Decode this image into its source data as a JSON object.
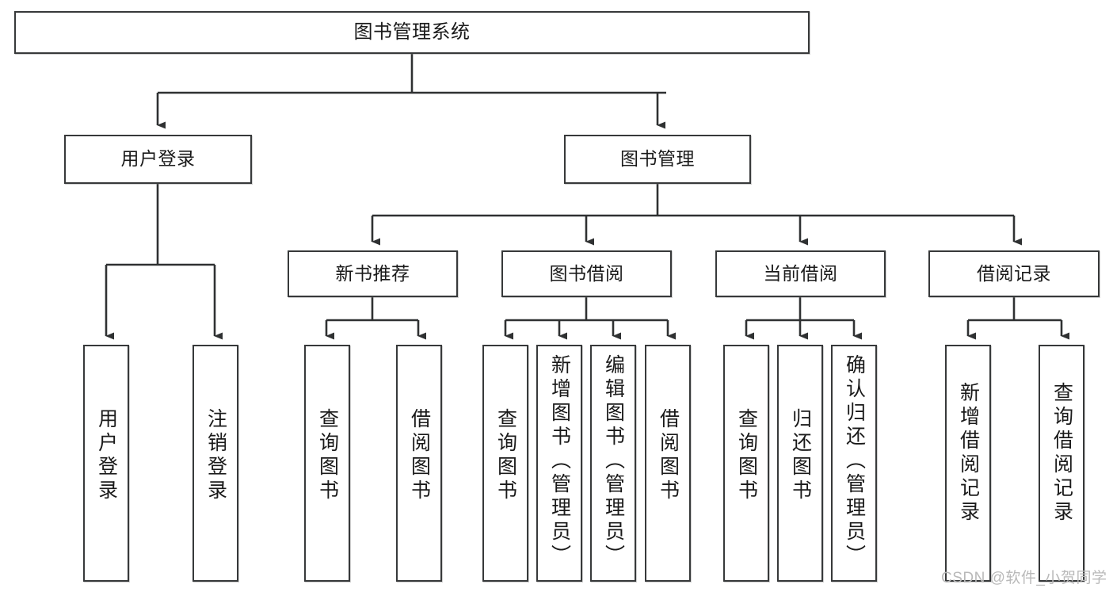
{
  "diagram": {
    "type": "tree-hierarchy",
    "title": "图书管理系统",
    "orientation": "top-down",
    "nodes": {
      "root": {
        "label": "图书管理系统",
        "level": 1,
        "text_direction": "horizontal"
      },
      "l2": [
        {
          "id": "user-login",
          "label": "用户登录",
          "level": 2,
          "text_direction": "horizontal"
        },
        {
          "id": "book-manage",
          "label": "图书管理",
          "level": 2,
          "text_direction": "horizontal"
        }
      ],
      "l3": [
        {
          "id": "new-book-recommend",
          "label": "新书推荐",
          "level": 3,
          "text_direction": "horizontal"
        },
        {
          "id": "book-borrow",
          "label": "图书借阅",
          "level": 3,
          "text_direction": "horizontal"
        },
        {
          "id": "current-borrow",
          "label": "当前借阅",
          "level": 3,
          "text_direction": "horizontal"
        },
        {
          "id": "borrow-record",
          "label": "借阅记录",
          "level": 3,
          "text_direction": "horizontal"
        }
      ],
      "leaves": [
        {
          "id": "leaf-user-login",
          "label": "用户登录",
          "parent": "user-login",
          "text_direction": "vertical"
        },
        {
          "id": "leaf-logout-login",
          "label": "注销登录",
          "parent": "user-login",
          "text_direction": "vertical"
        },
        {
          "id": "leaf-query-book-1",
          "label": "查询图书",
          "parent": "new-book-recommend",
          "text_direction": "vertical"
        },
        {
          "id": "leaf-borrow-book-1",
          "label": "借阅图书",
          "parent": "new-book-recommend",
          "text_direction": "vertical"
        },
        {
          "id": "leaf-query-book-2",
          "label": "查询图书",
          "parent": "book-borrow",
          "text_direction": "vertical"
        },
        {
          "id": "leaf-add-book",
          "label": "新增图书（管理员）",
          "parent": "book-borrow",
          "text_direction": "vertical"
        },
        {
          "id": "leaf-edit-book",
          "label": "编辑图书（管理员）",
          "parent": "book-borrow",
          "text_direction": "vertical"
        },
        {
          "id": "leaf-borrow-book-2",
          "label": "借阅图书",
          "parent": "book-borrow",
          "text_direction": "vertical"
        },
        {
          "id": "leaf-query-book-3",
          "label": "查询图书",
          "parent": "current-borrow",
          "text_direction": "vertical"
        },
        {
          "id": "leaf-return-book",
          "label": "归还图书",
          "parent": "current-borrow",
          "text_direction": "vertical"
        },
        {
          "id": "leaf-confirm-return",
          "label": "确认归还（管理员）",
          "parent": "current-borrow",
          "text_direction": "vertical"
        },
        {
          "id": "leaf-add-record",
          "label": "新增借阅记录",
          "parent": "borrow-record",
          "text_direction": "vertical"
        },
        {
          "id": "leaf-query-record",
          "label": "查询借阅记录",
          "parent": "borrow-record",
          "text_direction": "vertical"
        }
      ]
    },
    "colors": {
      "node_border": "#37393a",
      "node_fill": "#ffffff",
      "edge": "#2f3132",
      "text": "#1a1a1a",
      "watermark": "#b9b9b9",
      "background": "#ffffff"
    }
  },
  "watermark": {
    "text": "CSDN @软件_小贺同学"
  }
}
